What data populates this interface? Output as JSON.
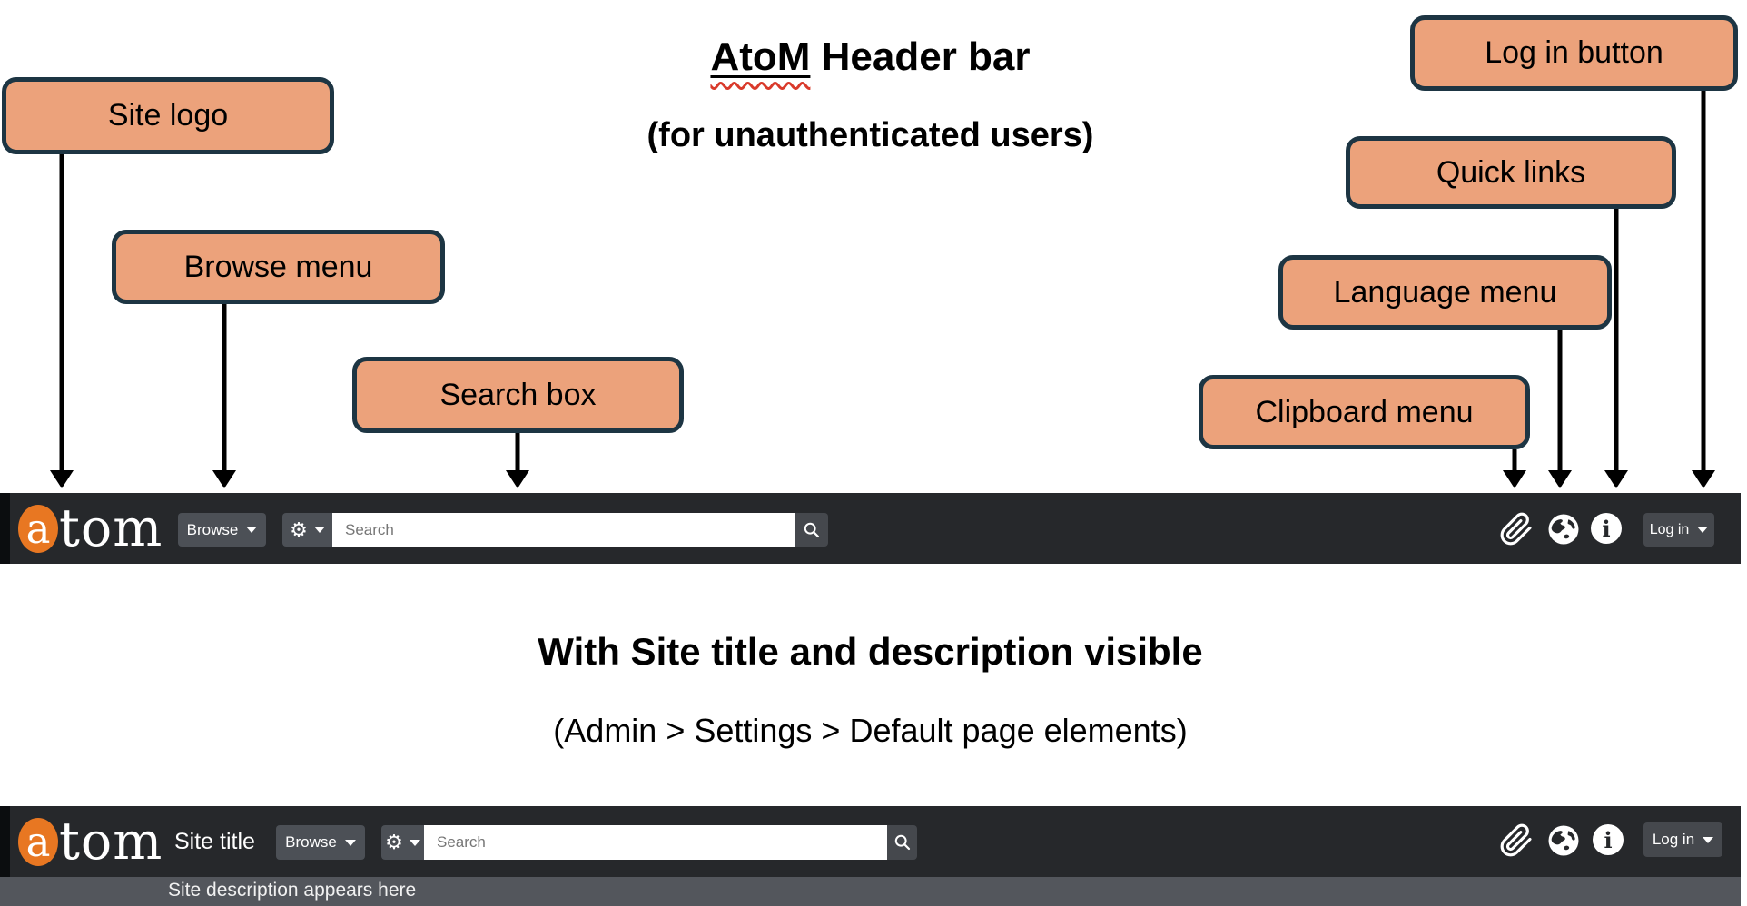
{
  "page": {
    "title_highlight": "AtoM",
    "title_rest": " Header bar",
    "subtitle": "(for unauthenticated users)",
    "section2_title": "With Site title and description visible",
    "section2_subtitle": "(Admin > Settings > Default page elements)"
  },
  "callouts": {
    "site_logo": "Site logo",
    "browse_menu": "Browse menu",
    "search_box": "Search box",
    "login_button": "Log in button",
    "quick_links": "Quick links",
    "language_menu": "Language menu",
    "clipboard_menu": "Clipboard menu"
  },
  "header": {
    "logo_a": "a",
    "logo_rest": "tom",
    "browse_label": "Browse",
    "gear_glyph": "⚙",
    "search_placeholder": "Search",
    "login_label": "Log in"
  },
  "header2": {
    "site_title": "Site title",
    "site_description": "Site description appears here"
  },
  "icons": {
    "clipboard_menu": "paperclip-icon",
    "language_menu": "globe-icon",
    "quick_links": "info-icon",
    "search_submit": "magnifier-icon",
    "search_options": "gear-icon",
    "dropdowns": "caret-down-icon"
  },
  "colors": {
    "callout_fill": "#eca27b",
    "callout_border": "#1d3543",
    "navbar_bg": "#26282b",
    "button_bg": "#4c5056",
    "logo_orange": "#e87722",
    "description_bg": "#53565c",
    "wavy_underline": "#d93a2b"
  }
}
